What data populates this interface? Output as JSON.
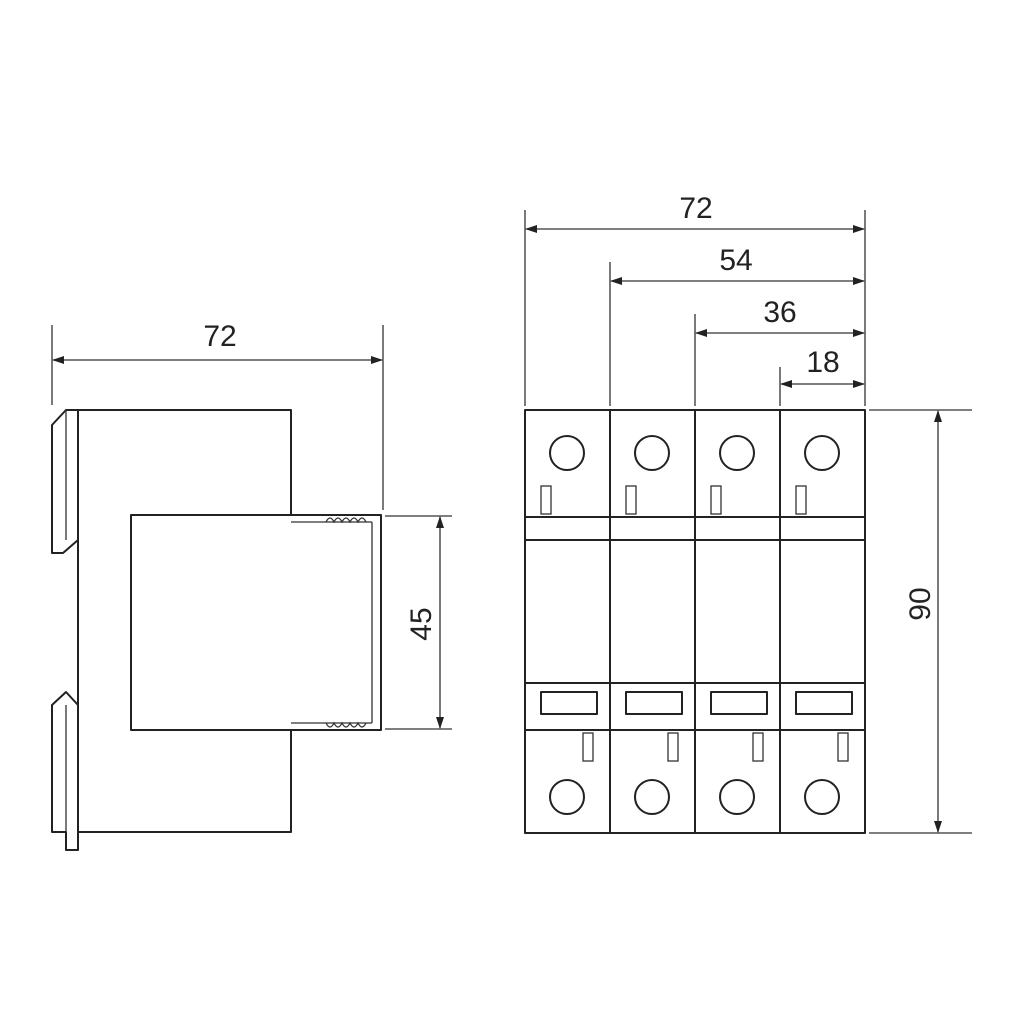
{
  "side_view": {
    "width_label": "72",
    "height_label": "45"
  },
  "front_view": {
    "width_labels": [
      "72",
      "54",
      "36",
      "18"
    ],
    "height_label": "90",
    "module_count": 4
  }
}
